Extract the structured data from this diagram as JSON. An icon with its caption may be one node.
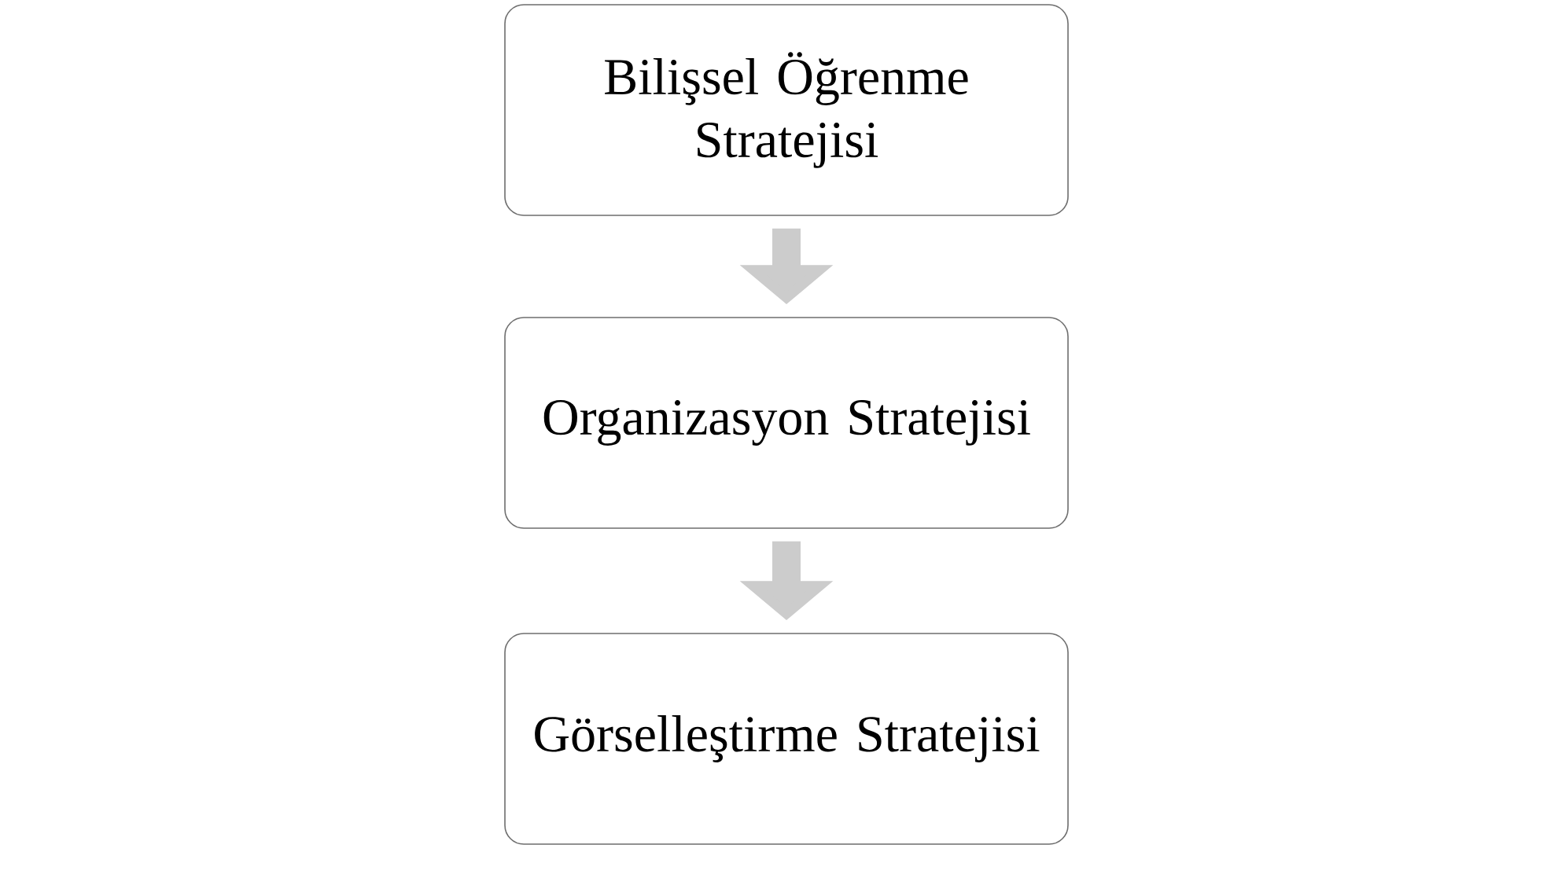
{
  "diagram": {
    "nodes": [
      {
        "text": [
          "Bilişsel Öğrenme Stratejisi"
        ]
      },
      {
        "text": [
          "Organizasyon Stratejisi"
        ]
      },
      {
        "text": [
          "Görselleştirme Stratejisi"
        ]
      }
    ],
    "edges": [
      {
        "from": 0,
        "to": 1,
        "arrow": "to"
      },
      {
        "from": 1,
        "to": 2,
        "arrow": "to"
      }
    ]
  }
}
